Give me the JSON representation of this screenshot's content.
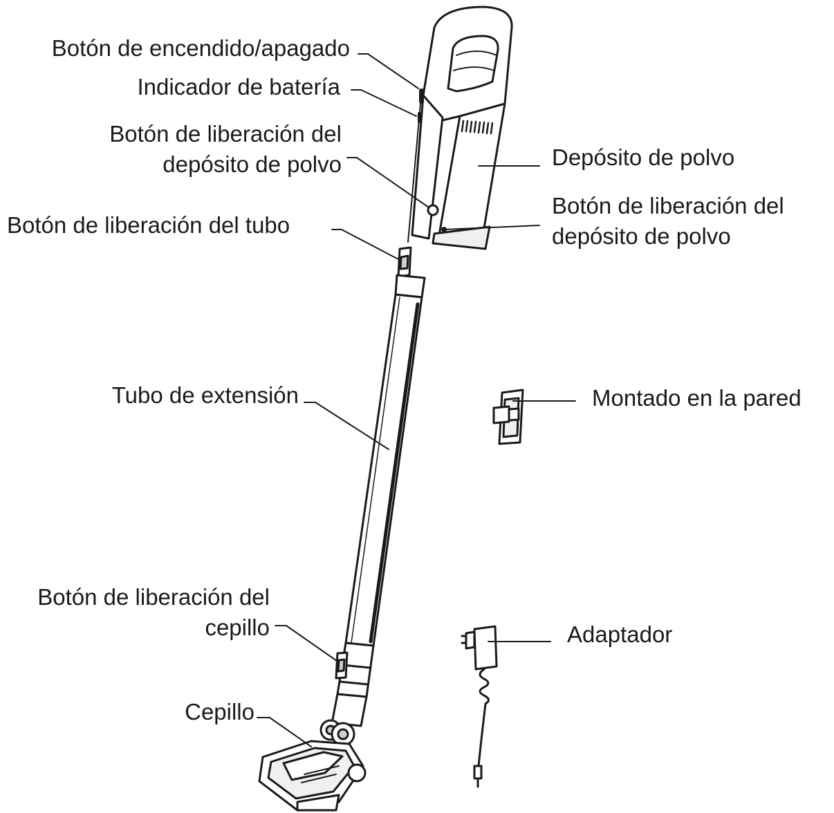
{
  "labels": {
    "power_button": "Botón de encendido/apagado",
    "battery_indicator": "Indicador de batería",
    "dust_release_left_line1": "Botón de liberación del",
    "dust_release_left_line2": "depósito de polvo",
    "tube_release": "Botón de liberación del tubo",
    "extension_tube": "Tubo de extensión",
    "brush_release_line1": "Botón de liberación del",
    "brush_release_line2": "cepillo",
    "brush": "Cepillo",
    "dust_container": "Depósito de polvo",
    "dust_release_right_line1": "Botón de liberación del",
    "dust_release_right_line2": "depósito de polvo",
    "wall_mount": "Montado en la pared",
    "adapter": "Adaptador"
  },
  "colors": {
    "line": "#1a1a1a",
    "text": "#1a1a1a",
    "fill_light": "#f0f0f0",
    "fill_mid": "#cfcfcf"
  }
}
